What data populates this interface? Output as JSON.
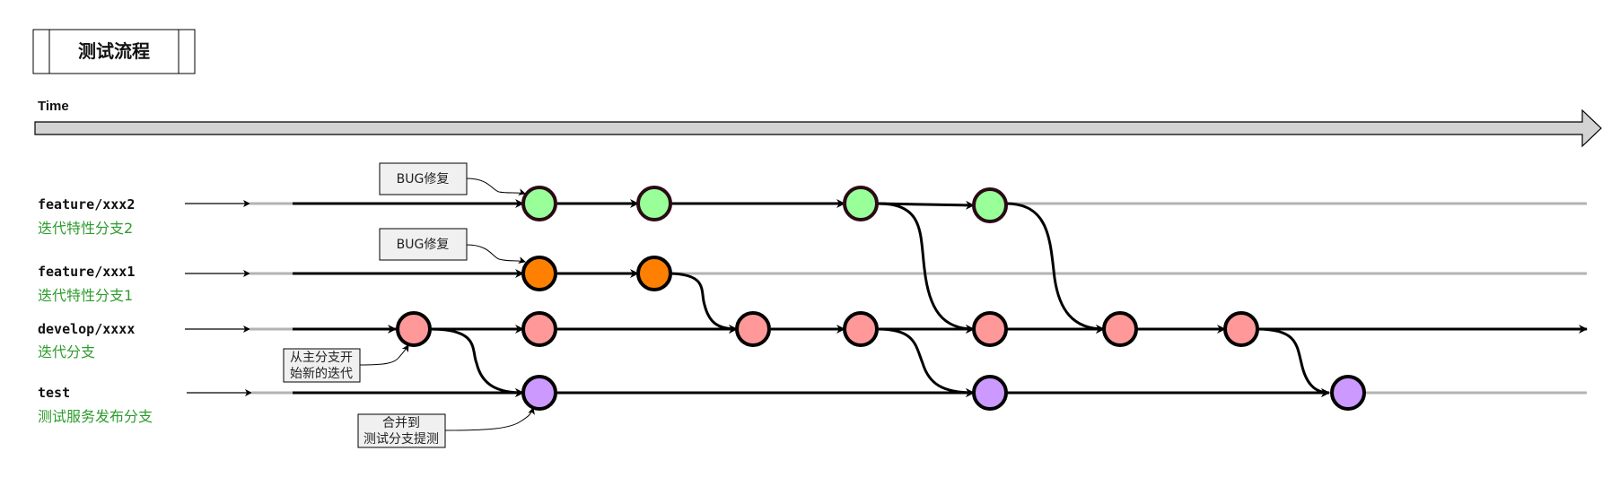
{
  "title": "测试流程",
  "time_label": "Time",
  "branches": [
    {
      "name": "feature/xxx2",
      "desc": "迭代特性分支2"
    },
    {
      "name": "feature/xxx1",
      "desc": "迭代特性分支1"
    },
    {
      "name": "develop/xxxx",
      "desc": "迭代分支"
    },
    {
      "name": "test",
      "desc": "测试服务发布分支"
    }
  ],
  "notes": [
    {
      "lines": [
        "BUG修复"
      ]
    },
    {
      "lines": [
        "BUG修复"
      ]
    },
    {
      "lines": [
        "从主分支开",
        "始新的迭代"
      ]
    },
    {
      "lines": [
        "合并到",
        "测试分支提测"
      ]
    }
  ],
  "colors": {
    "feature2_commit": "#99ff99",
    "feature1_commit": "#ff8000",
    "develop_commit": "#ff9999",
    "test_commit": "#cc99ff",
    "branch_line": "#000000",
    "inactive_line": "#b3b3b3",
    "arrow_fill": "#d3d3d3",
    "note_fill": "#f0f0f0"
  }
}
